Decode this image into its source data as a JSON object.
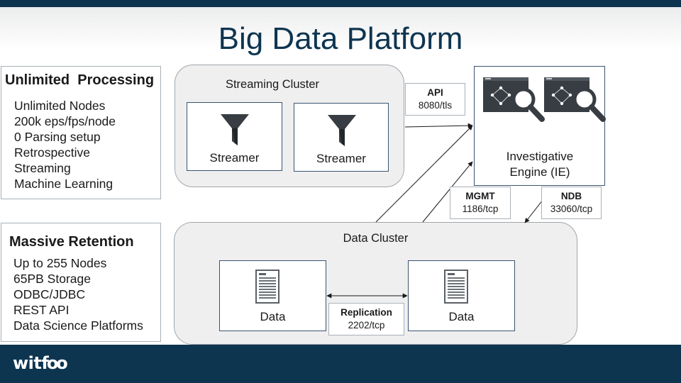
{
  "title": "Big Data Platform",
  "logo": {
    "text_start": "wit",
    "text_end": "foo"
  },
  "left_panels": [
    {
      "title": "Unlimited  Processing",
      "items": [
        "Unlimited Nodes",
        "200k eps/fps/node",
        "0 Parsing setup",
        "Retrospective",
        "Streaming",
        "Machine Learning"
      ]
    },
    {
      "title": "Massive Retention",
      "items": [
        "Up to 255 Nodes",
        "65PB Storage",
        "ODBC/JDBC",
        "REST API",
        "Data Science Platforms"
      ]
    }
  ],
  "streaming_cluster": {
    "label": "Streaming Cluster",
    "nodes": [
      "Streamer",
      "Streamer"
    ]
  },
  "data_cluster": {
    "label": "Data Cluster",
    "nodes": [
      "Data",
      "Data"
    ]
  },
  "investigative_engine": {
    "line1": "Investigative",
    "line2": "Engine (IE)"
  },
  "connections": {
    "api": {
      "name": "API",
      "port": "8080/tls"
    },
    "mgmt": {
      "name": "MGMT",
      "port": "1186/tcp"
    },
    "ndb": {
      "name": "NDB",
      "port": "33060/tcp"
    },
    "replication": {
      "name": "Replication",
      "port": "2202/tcp"
    }
  },
  "colors": {
    "brand_navy": "#0e3550",
    "node_border": "#3a5472",
    "icon_dark": "#373d42"
  },
  "icons": {
    "streamer": "funnel-icon",
    "data": "document-icon",
    "ie": "magnifier-graph-icon"
  }
}
